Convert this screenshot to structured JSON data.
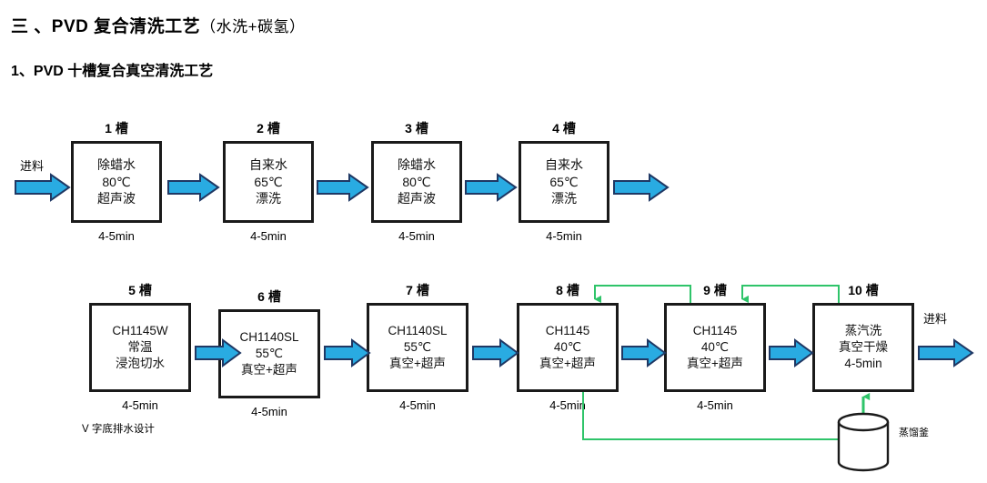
{
  "headings": {
    "main_title": "三 、PVD 复合清洗工艺",
    "main_title_suffix": "（水洗+碳氢）",
    "sub_title": "1、PVD 十槽复合真空清洗工艺"
  },
  "labels": {
    "inlet_start": "进料",
    "outlet_end": "进料",
    "note_v_bottom": "V 字底排水设计",
    "vessel_label": "蒸馏釜"
  },
  "colors": {
    "arrow_fill": "#29abe2",
    "arrow_stroke": "#1f3864",
    "box_border": "#1a1a1a",
    "recycle_line": "#2fc46a",
    "text": "#000000"
  },
  "row1": [
    {
      "cap": "1 槽",
      "l1": "除蜡水",
      "l2": "80℃",
      "l3": "超声波",
      "dur": "4-5min"
    },
    {
      "cap": "2 槽",
      "l1": "自来水",
      "l2": "65℃",
      "l3": "漂洗",
      "dur": "4-5min"
    },
    {
      "cap": "3 槽",
      "l1": "除蜡水",
      "l2": "80℃",
      "l3": "超声波",
      "dur": "4-5min"
    },
    {
      "cap": "4 槽",
      "l1": "自来水",
      "l2": "65℃",
      "l3": "漂洗",
      "dur": "4-5min"
    }
  ],
  "row2": [
    {
      "cap": "5 槽",
      "l1": "CH1145W",
      "l2": "常温",
      "l3": "浸泡切水",
      "dur": "4-5min"
    },
    {
      "cap": "6 槽",
      "l1": "CH1140SL",
      "l2": "55℃",
      "l3": "真空+超声",
      "dur": "4-5min"
    },
    {
      "cap": "7 槽",
      "l1": "CH1140SL",
      "l2": "55℃",
      "l3": "真空+超声",
      "dur": "4-5min"
    },
    {
      "cap": "8 槽",
      "l1": "CH1145",
      "l2": "40℃",
      "l3": "真空+超声",
      "dur": "4-5min"
    },
    {
      "cap": "9 槽",
      "l1": "CH1145",
      "l2": "40℃",
      "l3": "真空+超声",
      "dur": "4-5min"
    },
    {
      "cap": "10 槽",
      "l1": "蒸汽洗",
      "l2": "真空干燥",
      "l3": "4-5min",
      "dur": ""
    }
  ]
}
